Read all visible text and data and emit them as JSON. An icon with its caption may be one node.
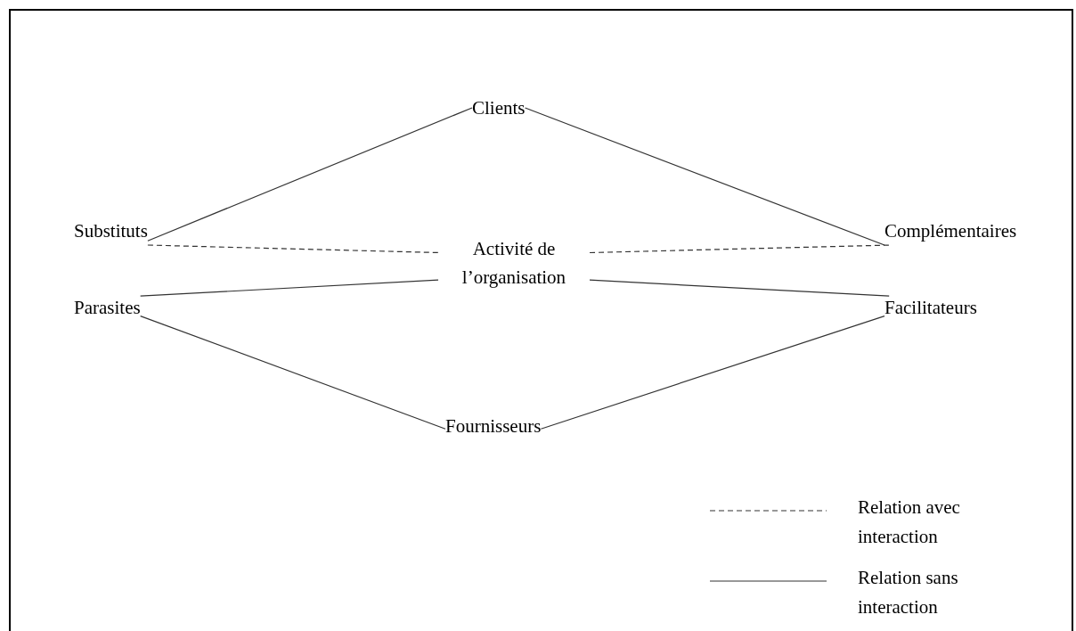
{
  "diagram": {
    "nodes": [
      {
        "text": [
          "Clients"
        ]
      },
      {
        "text": [
          "Substituts"
        ]
      },
      {
        "text": [
          "Complémentaires"
        ]
      },
      {
        "text": [
          "Activité de l’organisation"
        ]
      },
      {
        "text": [
          "Parasites"
        ]
      },
      {
        "text": [
          "Facilitateurs"
        ]
      },
      {
        "text": [
          "Fournisseurs"
        ]
      }
    ],
    "edges": [
      {
        "from": 1,
        "to": 0,
        "arrow": "none"
      },
      {
        "from": 0,
        "to": 2,
        "arrow": "none"
      },
      {
        "from": 1,
        "to": 3,
        "arrow": "none",
        "style": "dashed"
      },
      {
        "from": 3,
        "to": 2,
        "arrow": "none",
        "style": "dashed"
      },
      {
        "from": 4,
        "to": 3,
        "arrow": "none"
      },
      {
        "from": 3,
        "to": 5,
        "arrow": "none"
      },
      {
        "from": 4,
        "to": 6,
        "arrow": "none"
      },
      {
        "from": 6,
        "to": 5,
        "arrow": "none"
      }
    ],
    "legend": [
      {
        "text": "Relation avec interaction"
      },
      {
        "text": "Relation sans interaction"
      }
    ]
  }
}
